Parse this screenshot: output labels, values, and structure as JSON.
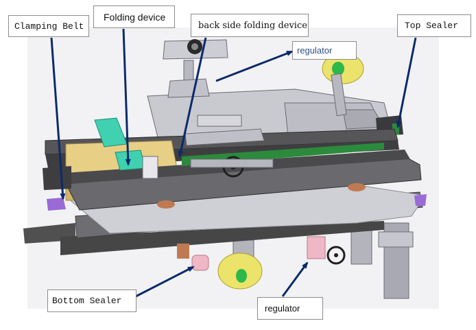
{
  "labels": {
    "clamping_belt": "Clamping Belt",
    "folding_device": "Folding device",
    "back_side_folding_device": "back side folding device",
    "regulator_top": "regulator",
    "top_sealer": "Top Sealer",
    "bottom_sealer": "Bottom Sealer",
    "regulator_bottom": "regulator"
  },
  "colors": {
    "arrow": "#0b2a6b",
    "frame_dark": "#505050",
    "frame_mid": "#8c8c90",
    "plate_light": "#cfcfd6",
    "carton": "#e8cf86",
    "folding_green": "#3fd1b0",
    "belt_green": "#2c8a3c",
    "roll_yellow": "#ece36a",
    "roll_green": "#2db84a",
    "purple_part": "#9a6ad6",
    "pink_part": "#f0b7c6",
    "bronze_part": "#c07a52"
  }
}
